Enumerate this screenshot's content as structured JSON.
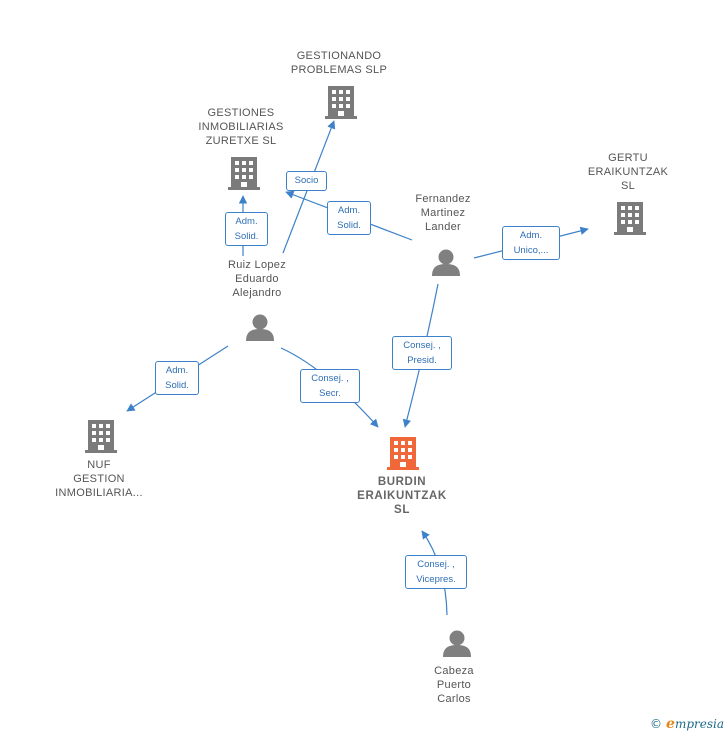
{
  "colors": {
    "edge": "#3d82c8",
    "building": "#7b7b7b",
    "focus_building": "#f0673a",
    "person": "#808080"
  },
  "nodes": [
    {
      "id": "gestionando",
      "type": "company",
      "label": "GESTIONANDO\nPROBLEMAS SLP",
      "icon": "building-icon"
    },
    {
      "id": "zuretxe",
      "type": "company",
      "label": "GESTIONES\nINMOBILIARIAS\nZURETXE  SL",
      "icon": "building-icon"
    },
    {
      "id": "gertu",
      "type": "company",
      "label": "GERTU\nERAIKUNTZAK\nSL",
      "icon": "building-icon"
    },
    {
      "id": "fernandez",
      "type": "person",
      "label": "Fernandez\nMartinez\nLander",
      "icon": "person-icon"
    },
    {
      "id": "ruiz",
      "type": "person",
      "label": "Ruiz Lopez\nEduardo\nAlejandro",
      "icon": "person-icon"
    },
    {
      "id": "nuf",
      "type": "company",
      "label": "NUF\nGESTION\nINMOBILIARIA...",
      "icon": "building-icon"
    },
    {
      "id": "burdin",
      "type": "focus",
      "label": "BURDIN\nERAIKUNTZAK\nSL",
      "icon": "building-icon"
    },
    {
      "id": "cabeza",
      "type": "person",
      "label": "Cabeza\nPuerto\nCarlos",
      "icon": "person-icon"
    }
  ],
  "edges": [
    {
      "id": "e-ruiz-gestionando",
      "label": "Socio"
    },
    {
      "id": "e-ruiz-zuretxe",
      "label": "Adm.\nSolid."
    },
    {
      "id": "e-fernandez-zuretxe",
      "label": "Adm.\nSolid."
    },
    {
      "id": "e-fernandez-gertu",
      "label": "Adm.\nUnico,..."
    },
    {
      "id": "e-ruiz-nuf",
      "label": "Adm.\nSolid."
    },
    {
      "id": "e-ruiz-burdin",
      "label": "Consej. ,\nSecr."
    },
    {
      "id": "e-fernandez-burdin",
      "label": "Consej. ,\nPresid."
    },
    {
      "id": "e-cabeza-burdin",
      "label": "Consej. ,\nVicepres."
    }
  ],
  "brand": {
    "copyright": "©",
    "name": "mpresia",
    "initial": "e"
  }
}
